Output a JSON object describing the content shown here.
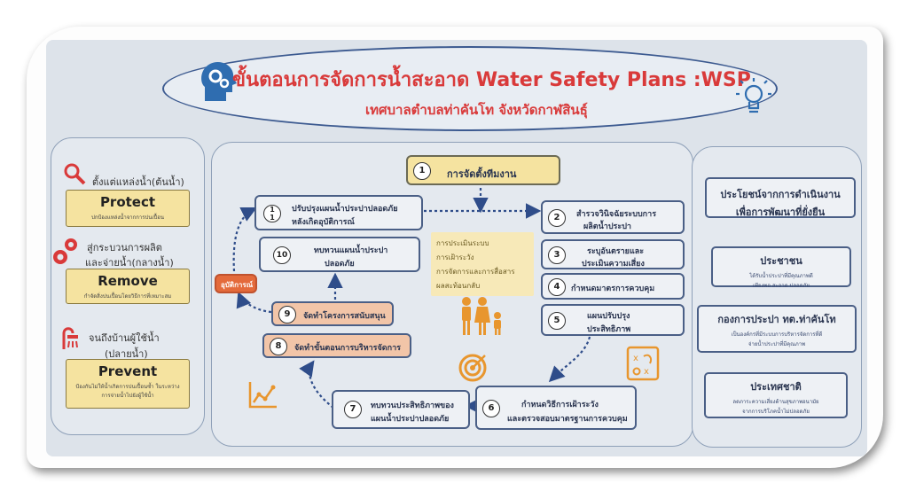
{
  "title": {
    "main": "ขั้นตอนการจัดการน้ำสะอาด Water Safety Plans :WSP",
    "sub": "เทศบาลตำบลท่าคันโท จังหวัดกาฬสินธุ์"
  },
  "left": [
    {
      "heading": "ตั้งแต่แหล่งน้ำ(ต้นน้ำ)",
      "label": "Protect",
      "caption": "ปกป้องแหล่งน้ำจากการปนเปื้อน"
    },
    {
      "heading": "สู่กระบวนการผลิต",
      "heading2": "และจ่ายน้ำ(กลางน้ำ)",
      "label": "Remove",
      "caption": "กำจัดสิ่งปนเปื้อนโดยวิธีการที่เหมาะสม"
    },
    {
      "heading": "จนถึงบ้านผู้ใช้น้ำ",
      "heading2": "(ปลายน้ำ)",
      "label": "Prevent",
      "caption": "ป้องกันไม่ให้น้ำเกิดการปนเปื้อนซ้ำ ในระหว่างการจ่ายน้ำไปยังผู้ใช้น้ำ"
    }
  ],
  "steps": {
    "s1": {
      "num": "1",
      "label": "การจัดตั้งทีมงาน"
    },
    "s2": {
      "num": "2",
      "line1": "สำรวจวินิจฉัยระบบการ",
      "line2": "ผลิตน้ำประปา"
    },
    "s3": {
      "num": "3",
      "line1": "ระบุอันตรายและ",
      "line2": "ประเมินความเสี่ยง"
    },
    "s4": {
      "num": "4",
      "label": "กำหนดมาตรการควบคุม"
    },
    "s5": {
      "num": "5",
      "line1": "แผนปรับปรุง",
      "line2": "ประสิทธิภาพ"
    },
    "s6": {
      "num": "6",
      "line1": "กำหนดวิธีการเฝ้าระวัง",
      "line2": "และตรวจสอบมาตรฐานการควบคุม"
    },
    "s7": {
      "num": "7",
      "line1": "ทบทวนประสิทธิภาพของ",
      "line2": "แผนน้ำประปาปลอดภัย"
    },
    "s8": {
      "num": "8",
      "label": "จัดทำขั้นตอนการบริหารจัดการ"
    },
    "s9": {
      "num": "9",
      "label": "จัดทำโครงการสนับสนุน"
    },
    "s10": {
      "num": "10",
      "line1": "ทบทวนแผนน้ำประปา",
      "line2": "ปลอดภัย"
    },
    "s11": {
      "num": "1\n1",
      "line1": "ปรับปรุงแผนน้ำประปาปลอดภัย",
      "line2": "หลังเกิดอุบัติการณ์"
    }
  },
  "center_note": [
    "การประเมินระบบ",
    "การเฝ้าระวัง",
    "การจัดการและการสื่อสาร",
    "ผลสะท้อนกลับ"
  ],
  "incident_tag": "อุบัติการณ์",
  "right": [
    {
      "title": "ประโยชน์จากการดำเนินงาน",
      "title2": "เพื่อการพัฒนาที่ยั่งยืน"
    },
    {
      "title": "ประชาชน",
      "caption": "ได้รับน้ำประปาที่มีคุณภาพดี",
      "caption2": "เพียงพอ สะอาด ปลอดภัย"
    },
    {
      "title": "กองการประปา ทต.ท่าคันโท",
      "caption": "เป็นองค์กรที่มีระบบการบริหารจัดการที่ดี",
      "caption2": "จ่ายน้ำประปาที่มีคุณภาพ"
    },
    {
      "title": "ประเทศชาติ",
      "caption": "ลดภาระความเสี่ยงด้านสุขภาพอนามัย",
      "caption2": "จากการบริโภคน้ำไม่ปลอดภัย"
    }
  ],
  "colors": {
    "accent_red": "#d93a3a",
    "box_border": "#4a5f86",
    "yellow": "#f5e3a0",
    "orange": "#f2c5a8",
    "arrow_blue": "#2f4d8a"
  }
}
